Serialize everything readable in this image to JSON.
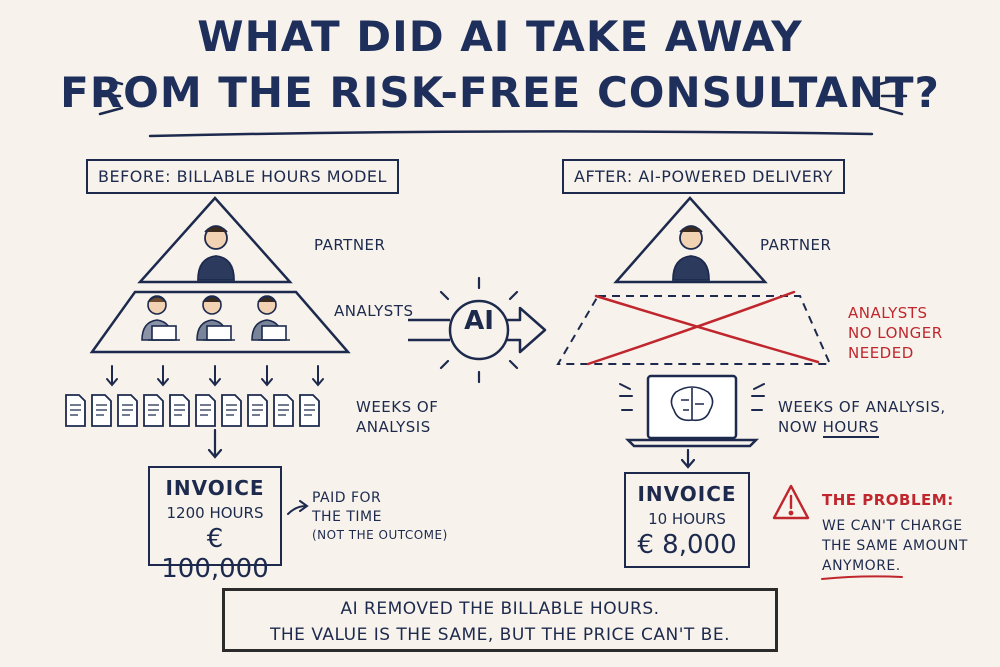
{
  "title": {
    "line1": "WHAT DID AI TAKE AWAY",
    "line2": "FROM THE RISK-FREE CONSULTANT?"
  },
  "before": {
    "heading": "BEFORE: BILLABLE HOURS MODEL",
    "partner_label": "PARTNER",
    "analysts_label": "ANALYSTS",
    "docs_label_line1": "WEEKS OF",
    "docs_label_line2": "ANALYSIS",
    "invoice": {
      "title": "INVOICE",
      "hours": "1200 HOURS",
      "amount": "€ 100,000"
    },
    "note_line1": "PAID FOR",
    "note_line2": "THE TIME",
    "note_line3": "(NOT THE OUTCOME)"
  },
  "ai_badge": "AI",
  "after": {
    "heading": "AFTER: AI-POWERED DELIVERY",
    "partner_label": "PARTNER",
    "analysts_removed_line1": "ANALYSTS",
    "analysts_removed_line2": "NO LONGER",
    "analysts_removed_line3": "NEEDED",
    "laptop_label_line1": "WEEKS OF ANALYSIS,",
    "laptop_label_line2_prefix": "NOW ",
    "laptop_label_line2_emph": "HOURS",
    "invoice": {
      "title": "INVOICE",
      "hours": "10 HOURS",
      "amount": "€ 8,000"
    },
    "problem_title": "THE PROBLEM:",
    "problem_line1": "WE CAN'T CHARGE",
    "problem_line2": "THE SAME AMOUNT",
    "problem_line3": "ANYMORE."
  },
  "conclusion": {
    "line1": "AI REMOVED THE BILLABLE HOURS.",
    "line2": "THE VALUE IS THE SAME, BUT THE PRICE CAN'T BE."
  },
  "colors": {
    "ink": "#1d2a4d",
    "title": "#1f2f5c",
    "accent_red": "#c0262d",
    "background": "#f7f3ec"
  }
}
